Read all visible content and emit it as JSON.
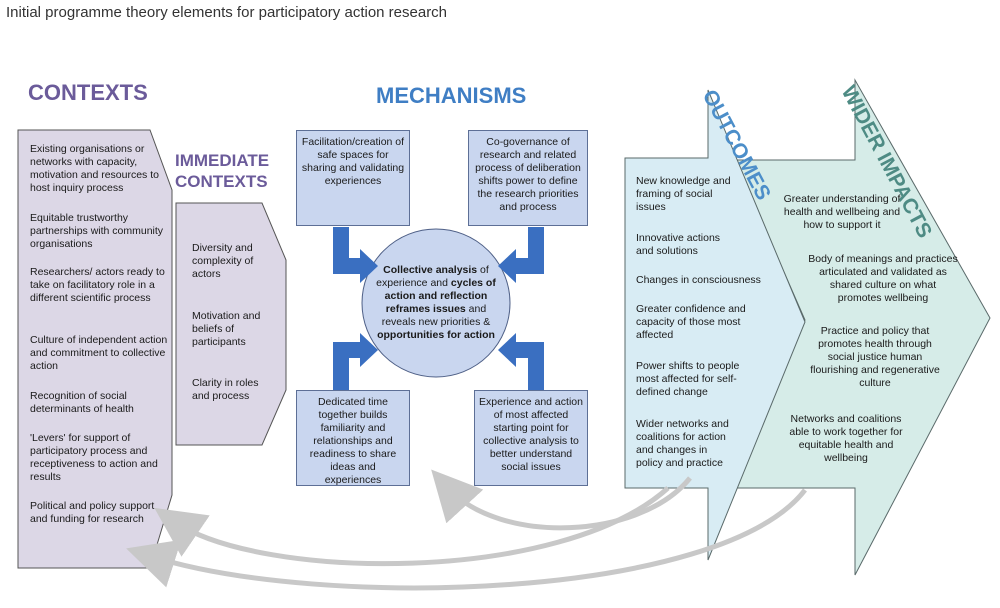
{
  "title": "Initial programme theory elements for participatory action research",
  "headings": {
    "contexts": "CONTEXTS",
    "immediate_line1": "IMMEDIATE",
    "immediate_line2": "CONTEXTS",
    "mechanisms": "MECHANISMS",
    "outcomes": "OUTCOMES",
    "wider_impacts": "WIDER IMPACTS"
  },
  "contexts": [
    "Existing organisations or networks with capacity, motivation and resources to host inquiry process",
    "Equitable trustworthy partnerships with community organisations",
    "Researchers/ actors ready to take on facilitatory role in a different scientific process",
    "Culture of independent action and commitment to collective action",
    "Recognition of social determinants of health",
    "'Levers' for support of participatory process and receptiveness to action and results",
    "Political and policy support and funding for research"
  ],
  "immediate_contexts": [
    "Diversity and complexity of actors",
    "Motivation and beliefs of participants",
    "Clarity in roles and process"
  ],
  "mechanisms": {
    "top_left": "Facilitation/creation of safe spaces for sharing and validating experiences",
    "top_right": "Co-governance of research and related process of deliberation shifts power to define the research priorities and process",
    "bottom_left": "Dedicated time together builds familiarity and relationships and readiness to share ideas and experiences",
    "bottom_right": "Experience and action of most affected starting point for collective analysis to better understand social issues",
    "center": {
      "p1": "Collective analysis",
      "p2": " of experience and ",
      "p3": "cycles of action and reflection reframes issues",
      "p4": " and reveals new priorities & ",
      "p5": "opportunities for action"
    }
  },
  "outcomes": [
    "New knowledge and framing of social issues",
    "Innovative actions and solutions",
    "Changes in consciousness",
    "Greater confidence and capacity of those most affected",
    "Power shifts to people most affected for self-defined change",
    "Wider networks and coalitions for action and changes in policy and practice"
  ],
  "wider_impacts": [
    "Greater understanding of health and wellbeing and how to support it",
    "Body of meanings and practices articulated and validated as shared culture on what promotes wellbeing",
    "Practice and policy that promotes health through social justice human flourishing and regenerative culture",
    "Networks and coalitions able to work together for equitable health and wellbeing"
  ],
  "colors": {
    "contexts_fill": "#dcd7e6",
    "contexts_heading": "#6b5b9a",
    "mechanisms_fill": "#c9d6ef",
    "mechanisms_heading": "#3f7ec4",
    "arrow_blue": "#3a6fc1",
    "outcomes_fill": "#d8ecf4",
    "wider_fill": "#d6ece8",
    "feedback_arrow": "#c8c8c8"
  }
}
